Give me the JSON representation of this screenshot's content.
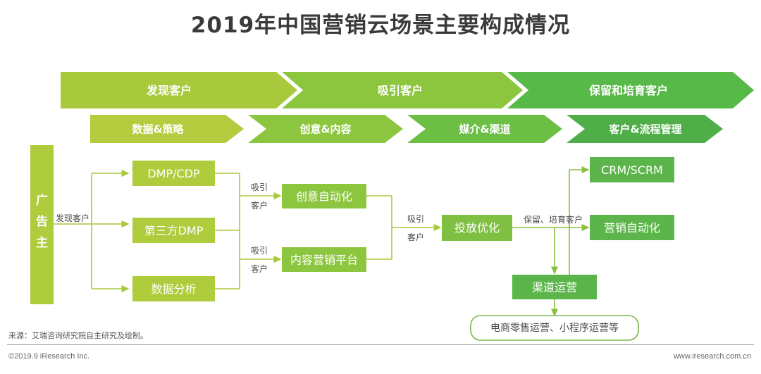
{
  "title": "2019年中国营销云场景主要构成情况",
  "stage_colors": {
    "stage1": "#a9c93c",
    "stage2": "#8cc63f",
    "stage3": "#57b948",
    "lane1": "#b4cc3d",
    "lane2": "#8cc63f",
    "lane3": "#6cbe45",
    "lane4": "#4fae48",
    "connector": "#a9c93c",
    "box_light": "#aecc3c",
    "box_mid": "#8cc63f",
    "box_dark": "#5cb54a",
    "outline": "#7ab648",
    "text_dark": "#3a3a3a"
  },
  "stage_bar": {
    "items": [
      {
        "label": "发现客户"
      },
      {
        "label": "吸引客户"
      },
      {
        "label": "保留和培育客户"
      }
    ]
  },
  "lane_bar": {
    "items": [
      {
        "label": "数据&策略"
      },
      {
        "label": "创意&内容"
      },
      {
        "label": "媒介&渠道"
      },
      {
        "label": "客户&流程管理"
      }
    ]
  },
  "diagram": {
    "advertiser": {
      "label": "广告主"
    },
    "nodes": [
      {
        "id": "dmp_cdp",
        "label": "DMP/CDP"
      },
      {
        "id": "third_party_dmp",
        "label": "第三方DMP"
      },
      {
        "id": "data_analysis",
        "label": "数据分析"
      },
      {
        "id": "creative_automation",
        "label": "创意自动化"
      },
      {
        "id": "content_marketing_platform",
        "label": "内容营销平台"
      },
      {
        "id": "delivery_optimization",
        "label": "投放优化"
      },
      {
        "id": "crm_scrm",
        "label": "CRM/SCRM"
      },
      {
        "id": "marketing_automation",
        "label": "营销自动化"
      },
      {
        "id": "channel_operation",
        "label": "渠道运营"
      }
    ],
    "outline_node": {
      "label": "电商零售运营、小程序运营等"
    },
    "edge_labels": [
      {
        "id": "discover",
        "label": "发现客户"
      },
      {
        "id": "attract_1_line1",
        "label": "吸引"
      },
      {
        "id": "attract_1_line2",
        "label": "客户"
      },
      {
        "id": "attract_2_line1",
        "label": "吸引"
      },
      {
        "id": "attract_2_line2",
        "label": "客户"
      },
      {
        "id": "attract_3_line1",
        "label": "吸引"
      },
      {
        "id": "attract_3_line2",
        "label": "客户"
      },
      {
        "id": "retain_nurture",
        "label": "保留、培育客户"
      }
    ]
  },
  "footer": {
    "source": "来源：艾瑞咨询研究院自主研究及绘制。",
    "copyright": "©2019.9 iResearch Inc.",
    "website": "www.iresearch.com.cn"
  }
}
